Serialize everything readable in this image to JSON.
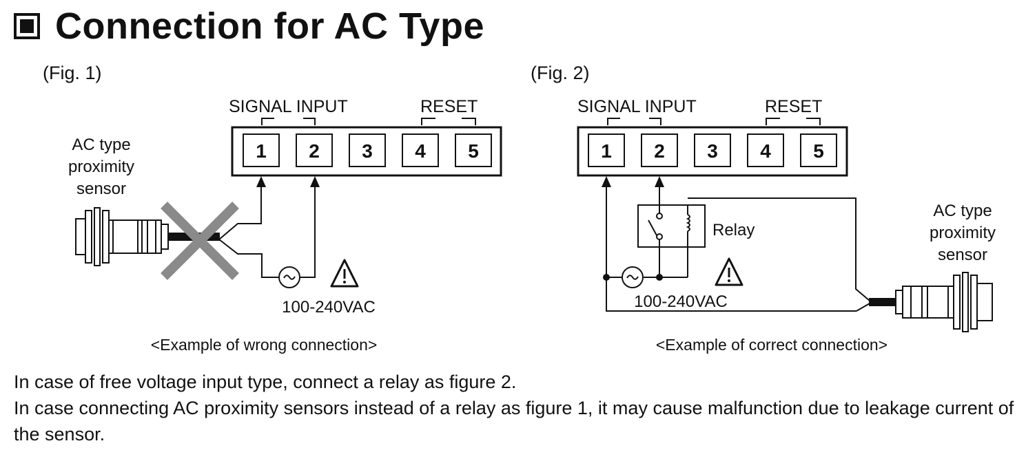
{
  "title": "Connection for AC Type",
  "fig1": {
    "label": "(Fig. 1)",
    "signal_input": "SIGNAL INPUT",
    "reset": "RESET",
    "terminals": [
      "1",
      "2",
      "3",
      "4",
      "5"
    ],
    "sensor_label": [
      "AC type",
      "proximity",
      "sensor"
    ],
    "voltage": "100-240VAC",
    "caption": "<Example of wrong connection>"
  },
  "fig2": {
    "label": "(Fig. 2)",
    "signal_input": "SIGNAL INPUT",
    "reset": "RESET",
    "terminals": [
      "1",
      "2",
      "3",
      "4",
      "5"
    ],
    "relay": "Relay",
    "sensor_label": [
      "AC type",
      "proximity",
      "sensor"
    ],
    "voltage": "100-240VAC",
    "caption": "<Example of correct connection>"
  },
  "notes": [
    "In case of free voltage input type, connect a relay as figure 2.",
    "In case connecting AC proximity sensors instead of a relay as figure 1, it may cause malfunction due to leakage current of the sensor."
  ],
  "colors": {
    "ink": "#111111",
    "cross": "#8a8a8a"
  },
  "icons": [
    "square-bullet-icon",
    "ac-source-icon",
    "warning-icon",
    "relay-icon",
    "proximity-sensor-icon",
    "wrong-cross-icon"
  ]
}
